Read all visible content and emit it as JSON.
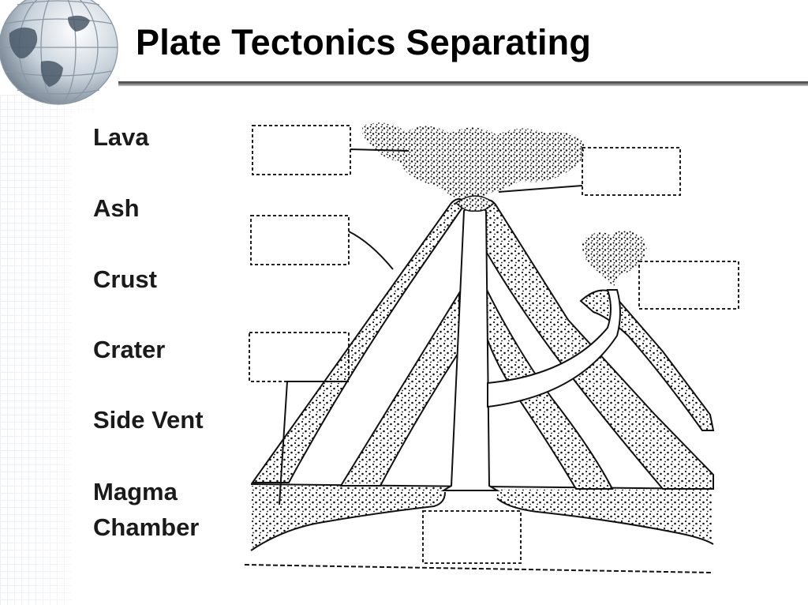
{
  "slide": {
    "title": "Plate Tectonics Separating"
  },
  "labels": [
    {
      "text": "Lava"
    },
    {
      "text": "Ash"
    },
    {
      "text": "Crust"
    },
    {
      "text": "Crater"
    },
    {
      "text": "Side Vent"
    },
    {
      "text": "Magma"
    },
    {
      "text": "Chamber"
    }
  ],
  "colors": {
    "ink": "#1a1a1a",
    "title_rule": "#555555",
    "background": "#ffffff"
  }
}
